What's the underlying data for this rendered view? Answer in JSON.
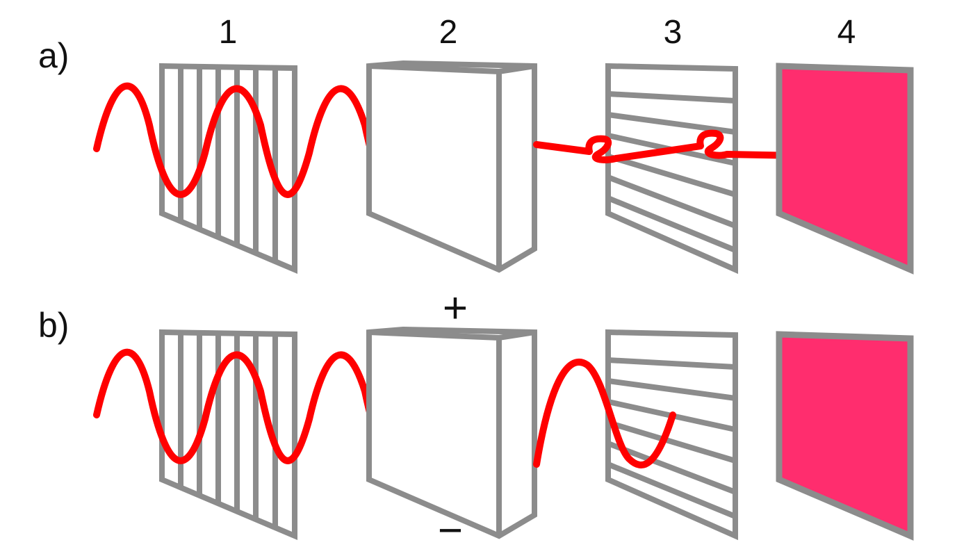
{
  "labels": {
    "row_a": "a)",
    "row_b": "b)",
    "element_1": "1",
    "element_2": "2",
    "element_3": "3",
    "element_4": "4",
    "plus": "+",
    "minus": "−"
  },
  "colors": {
    "frame": "#8c8c8c",
    "wave": "#ff0000",
    "screen": "#ff2d6e",
    "text": "#111111",
    "background": "#ffffff"
  },
  "rows": [
    {
      "id": "a",
      "screen_lit": true,
      "output_wave": "twisted"
    },
    {
      "id": "b",
      "screen_lit": true,
      "output_wave": "sine"
    }
  ]
}
